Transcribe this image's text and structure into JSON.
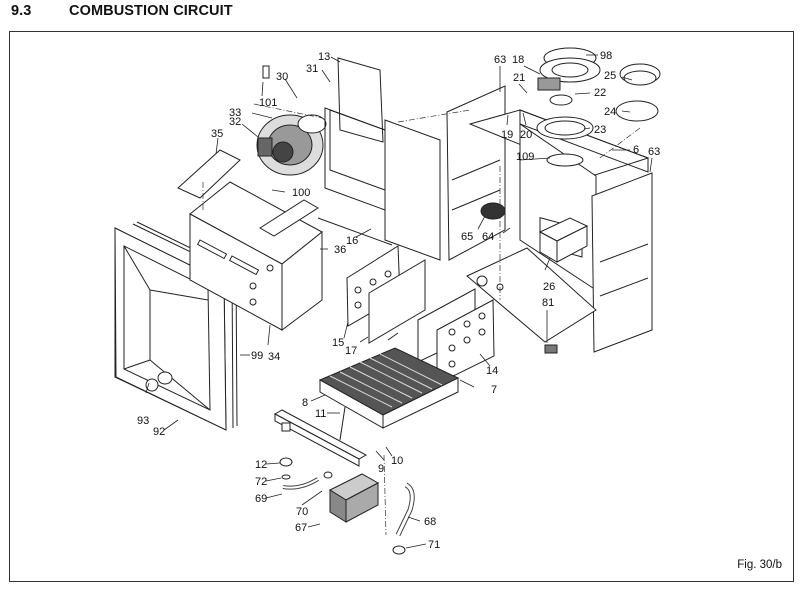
{
  "section": {
    "number": "9.3",
    "title": "COMBUSTION CIRCUIT"
  },
  "figure": {
    "caption": "Fig. 30/b"
  },
  "callouts": [
    {
      "id": "13",
      "label": "13"
    },
    {
      "id": "31",
      "label": "31"
    },
    {
      "id": "30",
      "label": "30"
    },
    {
      "id": "101",
      "label": "101"
    },
    {
      "id": "33",
      "label": "33"
    },
    {
      "id": "32",
      "label": "32"
    },
    {
      "id": "35",
      "label": "35"
    },
    {
      "id": "100",
      "label": "100"
    },
    {
      "id": "16",
      "label": "16"
    },
    {
      "id": "36",
      "label": "36"
    },
    {
      "id": "63a",
      "label": "63"
    },
    {
      "id": "18",
      "label": "18"
    },
    {
      "id": "98",
      "label": "98"
    },
    {
      "id": "21",
      "label": "21"
    },
    {
      "id": "22",
      "label": "22"
    },
    {
      "id": "25",
      "label": "25"
    },
    {
      "id": "24",
      "label": "24"
    },
    {
      "id": "19",
      "label": "19"
    },
    {
      "id": "20",
      "label": "20"
    },
    {
      "id": "23",
      "label": "23"
    },
    {
      "id": "109",
      "label": "109"
    },
    {
      "id": "6",
      "label": "6"
    },
    {
      "id": "63b",
      "label": "63"
    },
    {
      "id": "65",
      "label": "65"
    },
    {
      "id": "64",
      "label": "64"
    },
    {
      "id": "26",
      "label": "26"
    },
    {
      "id": "81",
      "label": "81"
    },
    {
      "id": "15",
      "label": "15"
    },
    {
      "id": "17",
      "label": "17"
    },
    {
      "id": "14",
      "label": "14"
    },
    {
      "id": "7",
      "label": "7"
    },
    {
      "id": "99",
      "label": "99"
    },
    {
      "id": "34",
      "label": "34"
    },
    {
      "id": "93",
      "label": "93"
    },
    {
      "id": "92",
      "label": "92"
    },
    {
      "id": "8",
      "label": "8"
    },
    {
      "id": "11",
      "label": "11"
    },
    {
      "id": "10",
      "label": "10"
    },
    {
      "id": "9",
      "label": "9"
    },
    {
      "id": "12",
      "label": "12"
    },
    {
      "id": "72",
      "label": "72"
    },
    {
      "id": "69",
      "label": "69"
    },
    {
      "id": "70",
      "label": "70"
    },
    {
      "id": "67",
      "label": "67"
    },
    {
      "id": "68",
      "label": "68"
    },
    {
      "id": "71",
      "label": "71"
    }
  ]
}
